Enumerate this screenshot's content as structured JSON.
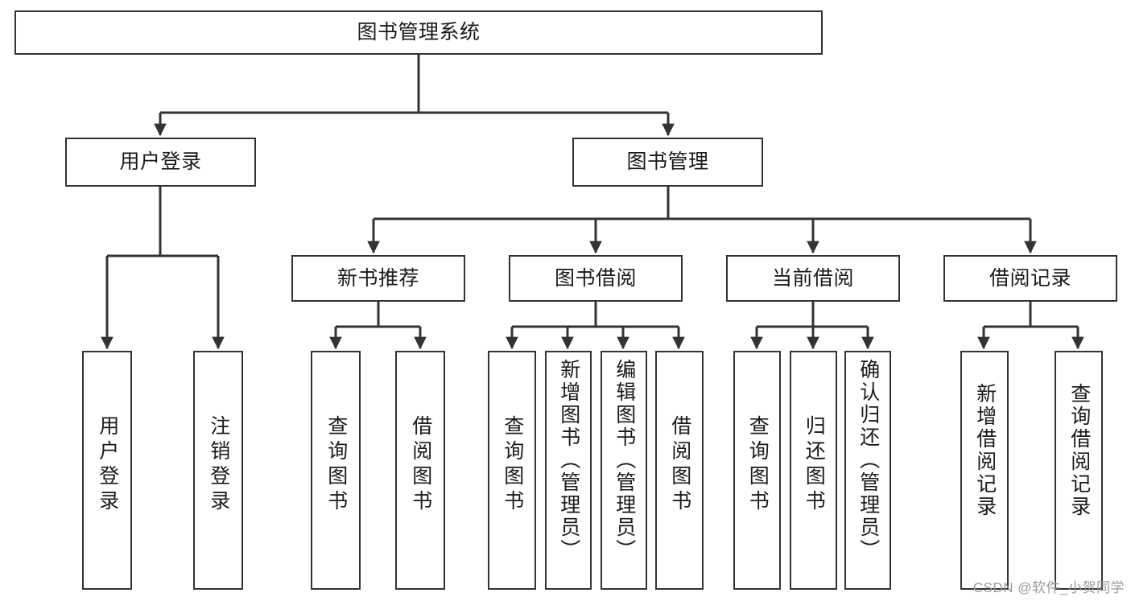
{
  "diagram": {
    "title": "图书管理系统",
    "type": "tree",
    "watermark": "CSDN @软件_小贺同学",
    "colors": {
      "box_border": "#333333",
      "box_fill": "#ffffff",
      "connector": "#333333",
      "text": "#1a1a1a",
      "watermark": "#9a9a9a"
    },
    "levels": {
      "root": "图书管理系统",
      "level2": [
        "用户登录",
        "图书管理"
      ],
      "level3": [
        "新书推荐",
        "图书借阅",
        "当前借阅",
        "借阅记录"
      ]
    },
    "nodes": {
      "root": {
        "label": "图书管理系统"
      },
      "user_login": {
        "label": "用户登录"
      },
      "book_mgmt": {
        "label": "图书管理"
      },
      "new_book_rec": {
        "label": "新书推荐"
      },
      "book_borrow": {
        "label": "图书借阅"
      },
      "current_borrow": {
        "label": "当前借阅"
      },
      "borrow_record": {
        "label": "借阅记录"
      },
      "leaf_user_login": {
        "label": "用户登录"
      },
      "leaf_logout": {
        "label": "注销登录"
      },
      "leaf_query_book_1": {
        "label": "查询图书"
      },
      "leaf_borrow_book_1": {
        "label": "借阅图书"
      },
      "leaf_query_book_2": {
        "label": "查询图书"
      },
      "leaf_add_book": {
        "label": "新增图书（管理员）"
      },
      "leaf_edit_book": {
        "label": "编辑图书（管理员）"
      },
      "leaf_borrow_book_2": {
        "label": "借阅图书"
      },
      "leaf_query_book_3": {
        "label": "查询图书"
      },
      "leaf_return_book": {
        "label": "归还图书"
      },
      "leaf_confirm_return": {
        "label": "确认归还（管理员）"
      },
      "leaf_add_record": {
        "label": "新增借阅记录"
      },
      "leaf_query_record": {
        "label": "查询借阅记录"
      }
    },
    "edges": [
      {
        "from": "root",
        "to": "user_login"
      },
      {
        "from": "root",
        "to": "book_mgmt"
      },
      {
        "from": "user_login",
        "to": "leaf_user_login"
      },
      {
        "from": "user_login",
        "to": "leaf_logout"
      },
      {
        "from": "book_mgmt",
        "to": "new_book_rec"
      },
      {
        "from": "book_mgmt",
        "to": "book_borrow"
      },
      {
        "from": "book_mgmt",
        "to": "current_borrow"
      },
      {
        "from": "book_mgmt",
        "to": "borrow_record"
      },
      {
        "from": "new_book_rec",
        "to": "leaf_query_book_1"
      },
      {
        "from": "new_book_rec",
        "to": "leaf_borrow_book_1"
      },
      {
        "from": "book_borrow",
        "to": "leaf_query_book_2"
      },
      {
        "from": "book_borrow",
        "to": "leaf_add_book"
      },
      {
        "from": "book_borrow",
        "to": "leaf_edit_book"
      },
      {
        "from": "book_borrow",
        "to": "leaf_borrow_book_2"
      },
      {
        "from": "current_borrow",
        "to": "leaf_query_book_3"
      },
      {
        "from": "current_borrow",
        "to": "leaf_return_book"
      },
      {
        "from": "current_borrow",
        "to": "leaf_confirm_return"
      },
      {
        "from": "borrow_record",
        "to": "leaf_add_record"
      },
      {
        "from": "borrow_record",
        "to": "leaf_query_record"
      }
    ]
  }
}
